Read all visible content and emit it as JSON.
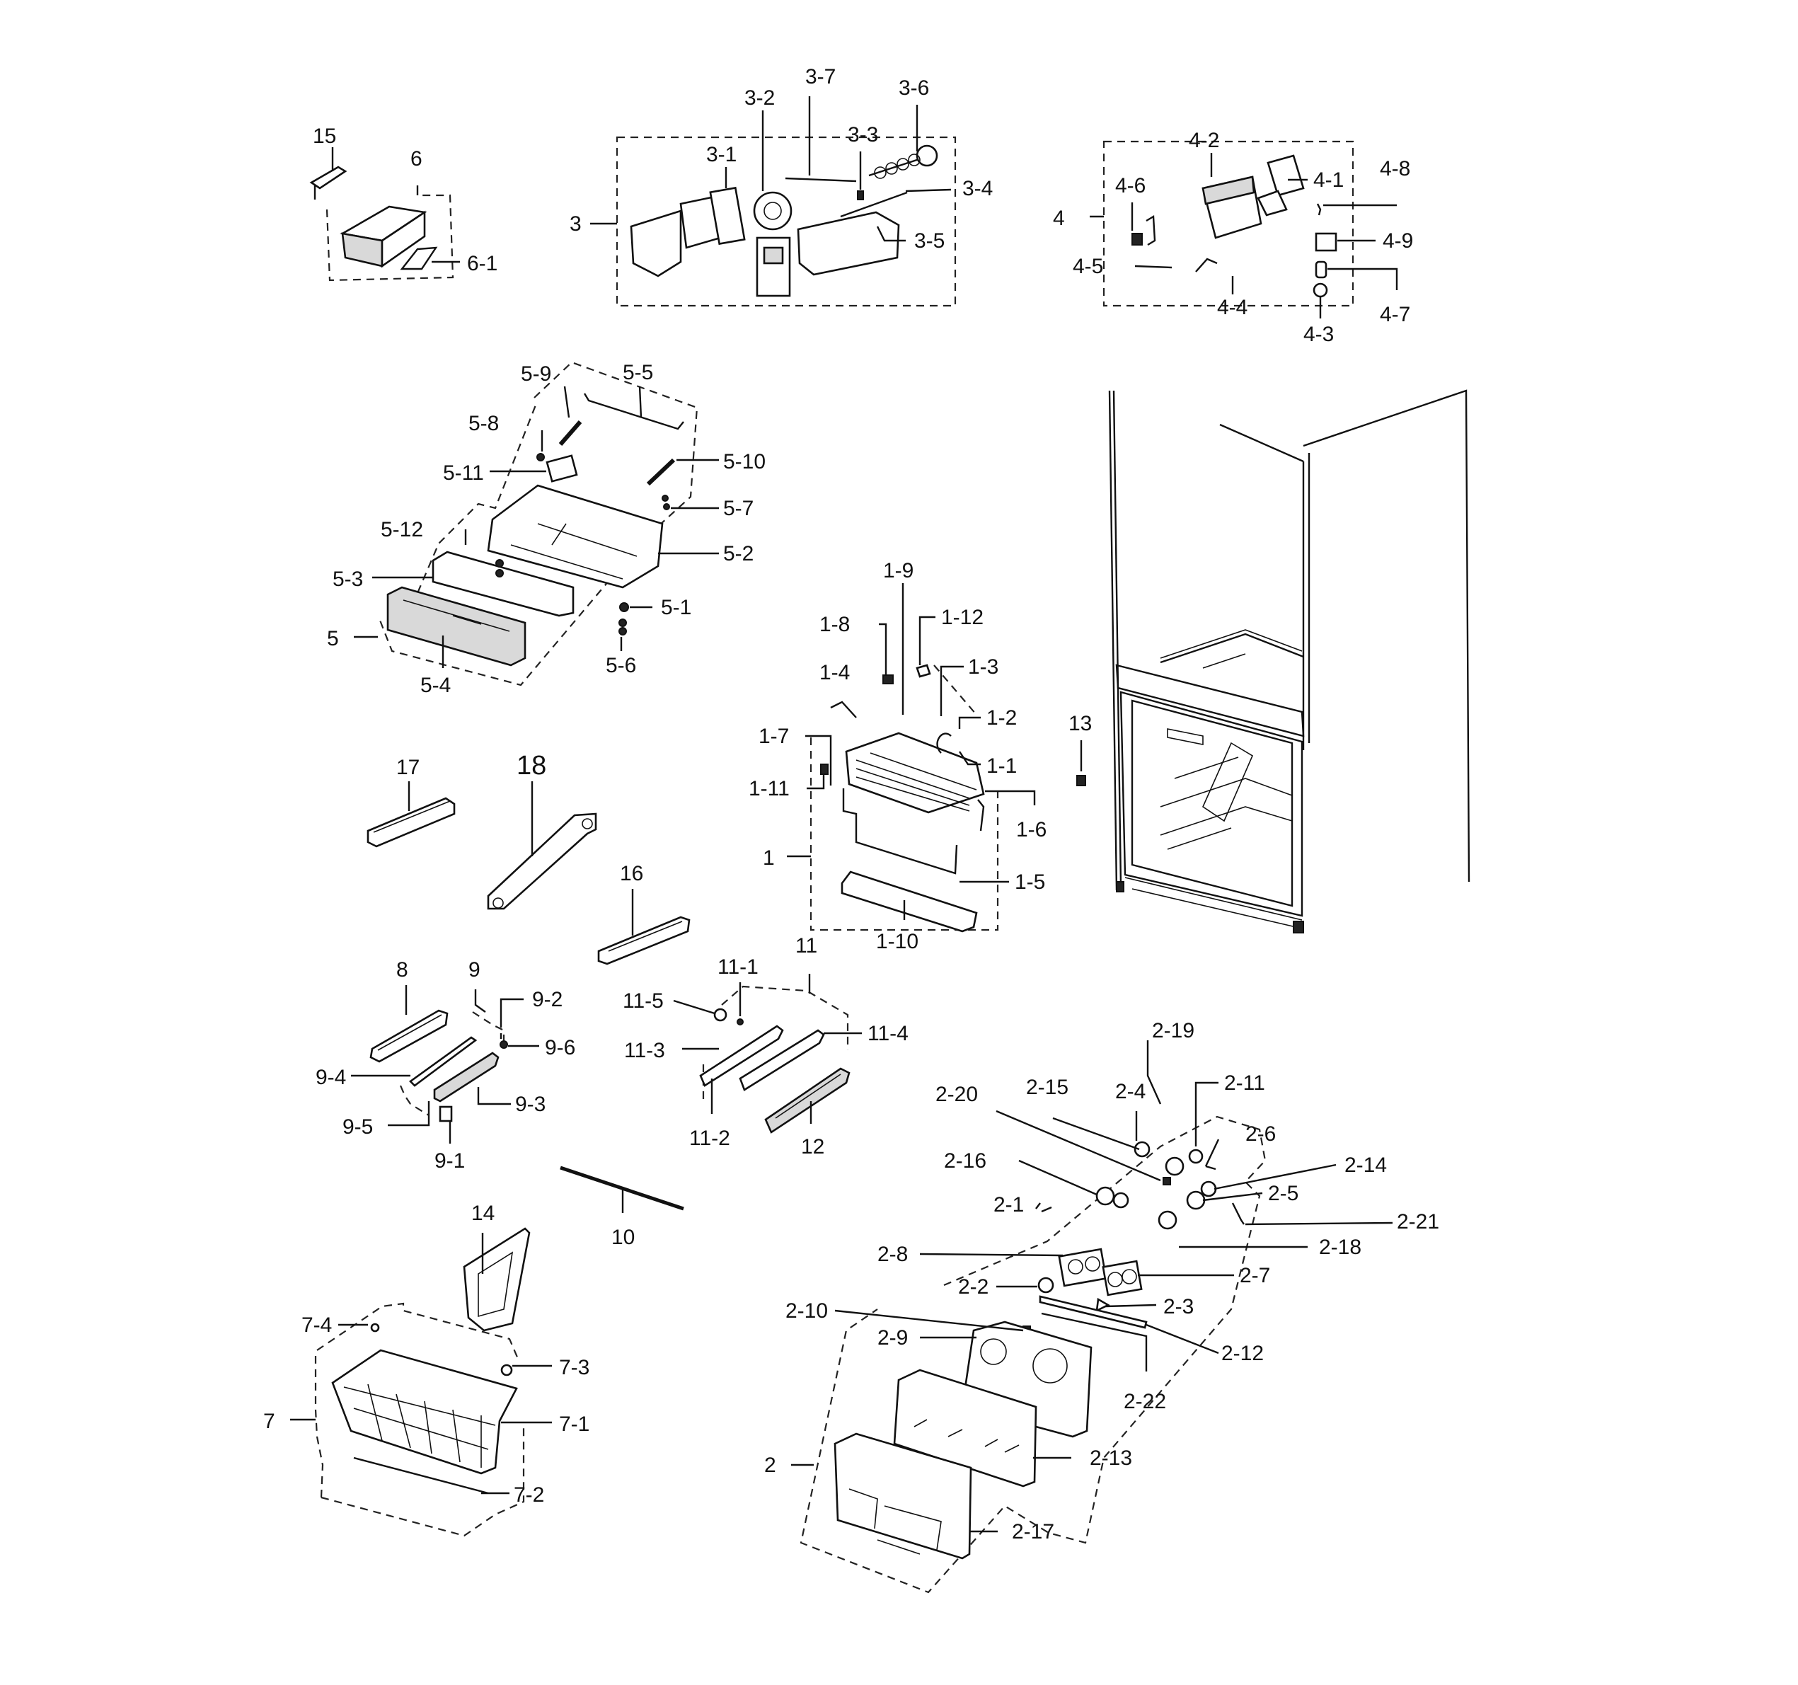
{
  "labels": {
    "l15": "15",
    "l6": "6",
    "l6_1": "6-1",
    "l3": "3",
    "l3_1": "3-1",
    "l3_2": "3-2",
    "l3_3": "3-3",
    "l3_4": "3-4",
    "l3_5": "3-5",
    "l3_6": "3-6",
    "l3_7": "3-7",
    "l4": "4",
    "l4_1": "4-1",
    "l4_2": "4-2",
    "l4_3": "4-3",
    "l4_4": "4-4",
    "l4_5": "4-5",
    "l4_6": "4-6",
    "l4_7": "4-7",
    "l4_8": "4-8",
    "l4_9": "4-9",
    "l5": "5",
    "l5_1": "5-1",
    "l5_2": "5-2",
    "l5_3": "5-3",
    "l5_4": "5-4",
    "l5_5": "5-5",
    "l5_6": "5-6",
    "l5_7": "5-7",
    "l5_8": "5-8",
    "l5_9": "5-9",
    "l5_10": "5-10",
    "l5_11": "5-11",
    "l5_12": "5-12",
    "l1": "1",
    "l1_1": "1-1",
    "l1_2": "1-2",
    "l1_3": "1-3",
    "l1_4": "1-4",
    "l1_5": "1-5",
    "l1_6": "1-6",
    "l1_7": "1-7",
    "l1_8": "1-8",
    "l1_9": "1-9",
    "l1_10": "1-10",
    "l1_11": "1-11",
    "l1_12": "1-12",
    "l13": "13",
    "l17": "17",
    "l18": "18",
    "l16": "16",
    "l8": "8",
    "l9": "9",
    "l9_1": "9-1",
    "l9_2": "9-2",
    "l9_3": "9-3",
    "l9_4": "9-4",
    "l9_5": "9-5",
    "l9_6": "9-6",
    "l11": "11",
    "l11_1": "11-1",
    "l11_2": "11-2",
    "l11_3": "11-3",
    "l11_4": "11-4",
    "l11_5": "11-5",
    "l12": "12",
    "l10": "10",
    "l14": "14",
    "l7": "7",
    "l7_1": "7-1",
    "l7_2": "7-2",
    "l7_3": "7-3",
    "l7_4": "7-4",
    "l2": "2",
    "l2_1": "2-1",
    "l2_2": "2-2",
    "l2_3": "2-3",
    "l2_4": "2-4",
    "l2_5": "2-5",
    "l2_6": "2-6",
    "l2_7": "2-7",
    "l2_8": "2-8",
    "l2_9": "2-9",
    "l2_10": "2-10",
    "l2_11": "2-11",
    "l2_12": "2-12",
    "l2_13": "2-13",
    "l2_14": "2-14",
    "l2_15": "2-15",
    "l2_16": "2-16",
    "l2_17": "2-17",
    "l2_18": "2-18",
    "l2_19": "2-19",
    "l2_20": "2-20",
    "l2_21": "2-21",
    "l2_22": "2-22"
  }
}
